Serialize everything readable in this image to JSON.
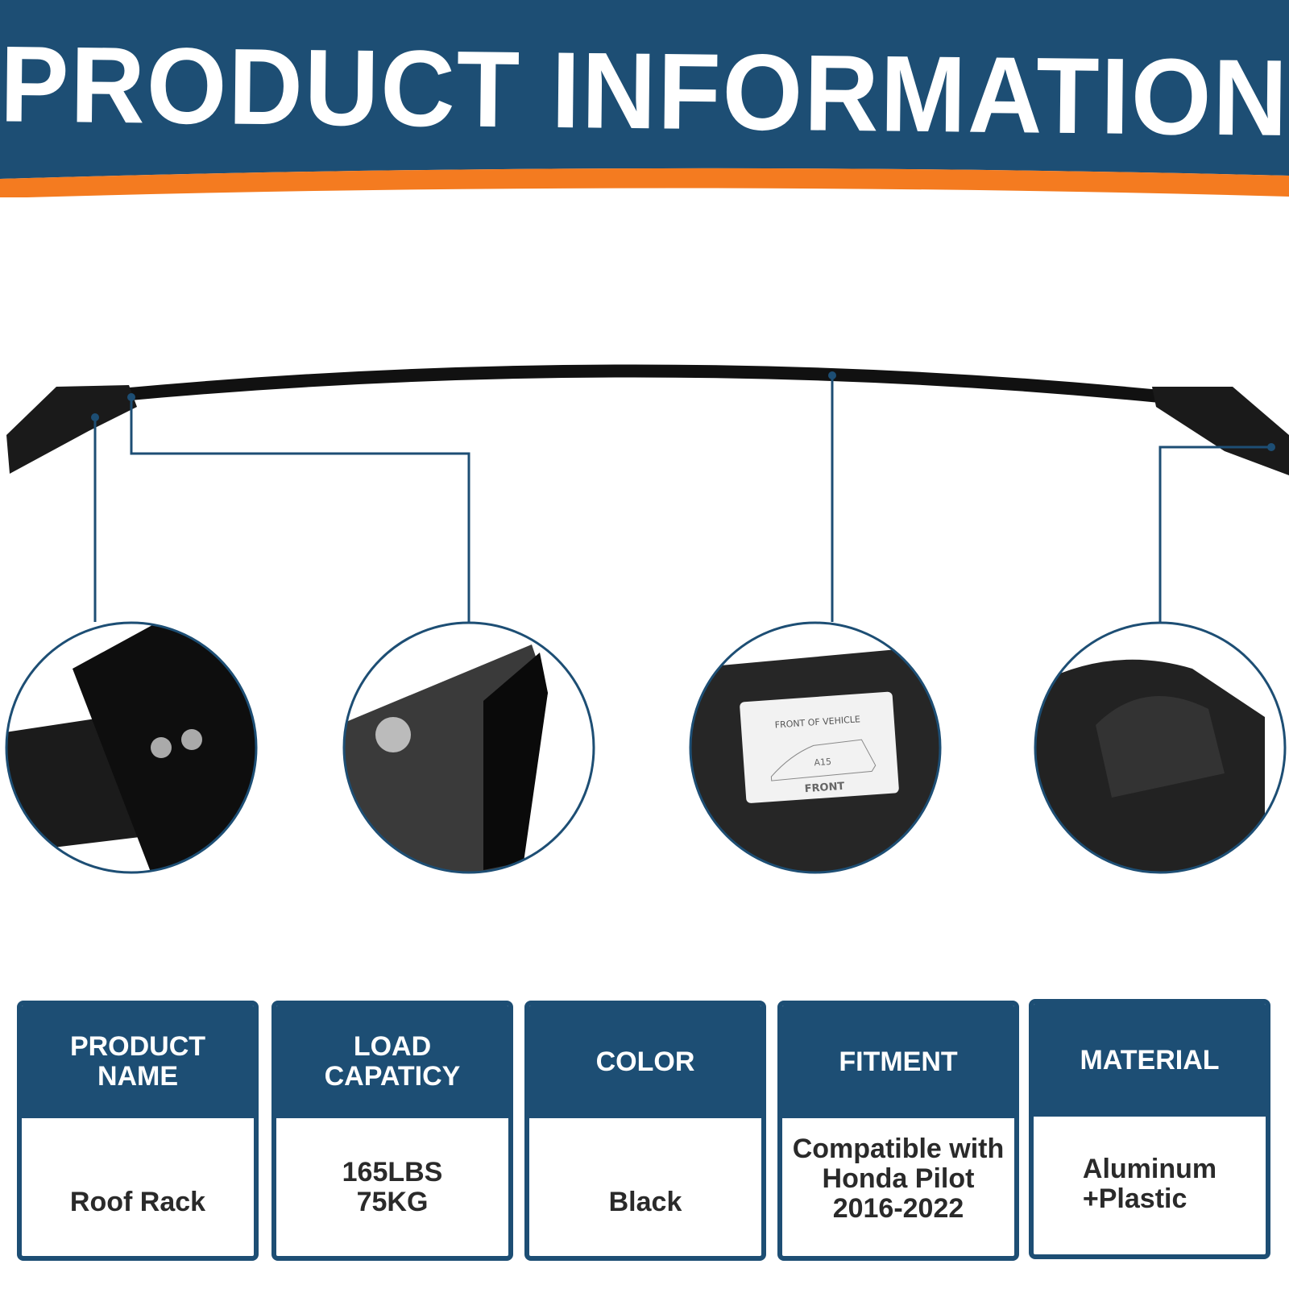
{
  "header": {
    "title": "PRODUCT INFORMATION"
  },
  "colors": {
    "brand_blue": "#1d4e74",
    "accent_orange": "#f47b20"
  },
  "label": {
    "line1": "FRONT OF VEHICLE",
    "model": "A15",
    "line2": "FRONT"
  },
  "specs": [
    {
      "heading": "PRODUCT\nNAME",
      "value": "Roof Rack"
    },
    {
      "heading": "LOAD\nCAPATICY",
      "value": "165LBS\n75KG"
    },
    {
      "heading": "COLOR",
      "value": "Black"
    },
    {
      "heading": "FITMENT",
      "value": "Compatible with\nHonda Pilot\n2016-2022"
    },
    {
      "heading": "MATERIAL",
      "value": "Aluminum\n+Plastic"
    }
  ]
}
